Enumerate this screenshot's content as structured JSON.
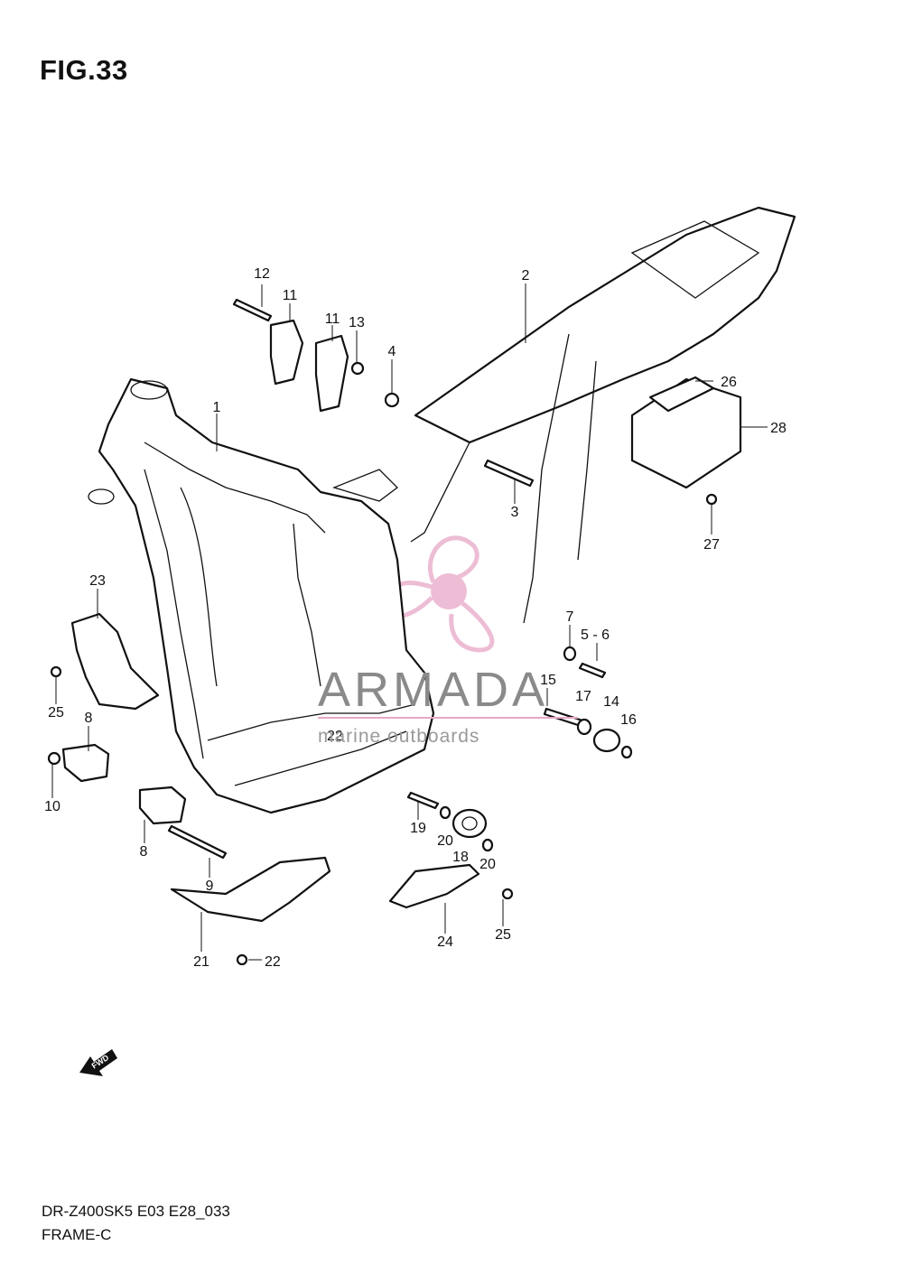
{
  "figure": {
    "title": "FIG.33",
    "model_code": "DR-Z400SK5 E03 E28_033",
    "section": "FRAME-C"
  },
  "callouts": [
    "1",
    "2",
    "3",
    "4",
    "5 - 6",
    "7",
    "8",
    "8",
    "9",
    "10",
    "11",
    "11",
    "12",
    "13",
    "14",
    "15",
    "16",
    "17",
    "18",
    "19",
    "20",
    "20",
    "21",
    "22",
    "22",
    "23",
    "24",
    "25",
    "25",
    "26",
    "27",
    "28"
  ],
  "watermark": {
    "brand": "ARMADA",
    "tagline": "marine outboards",
    "color": "#e8a8c8"
  },
  "fwd_badge": "FWD"
}
